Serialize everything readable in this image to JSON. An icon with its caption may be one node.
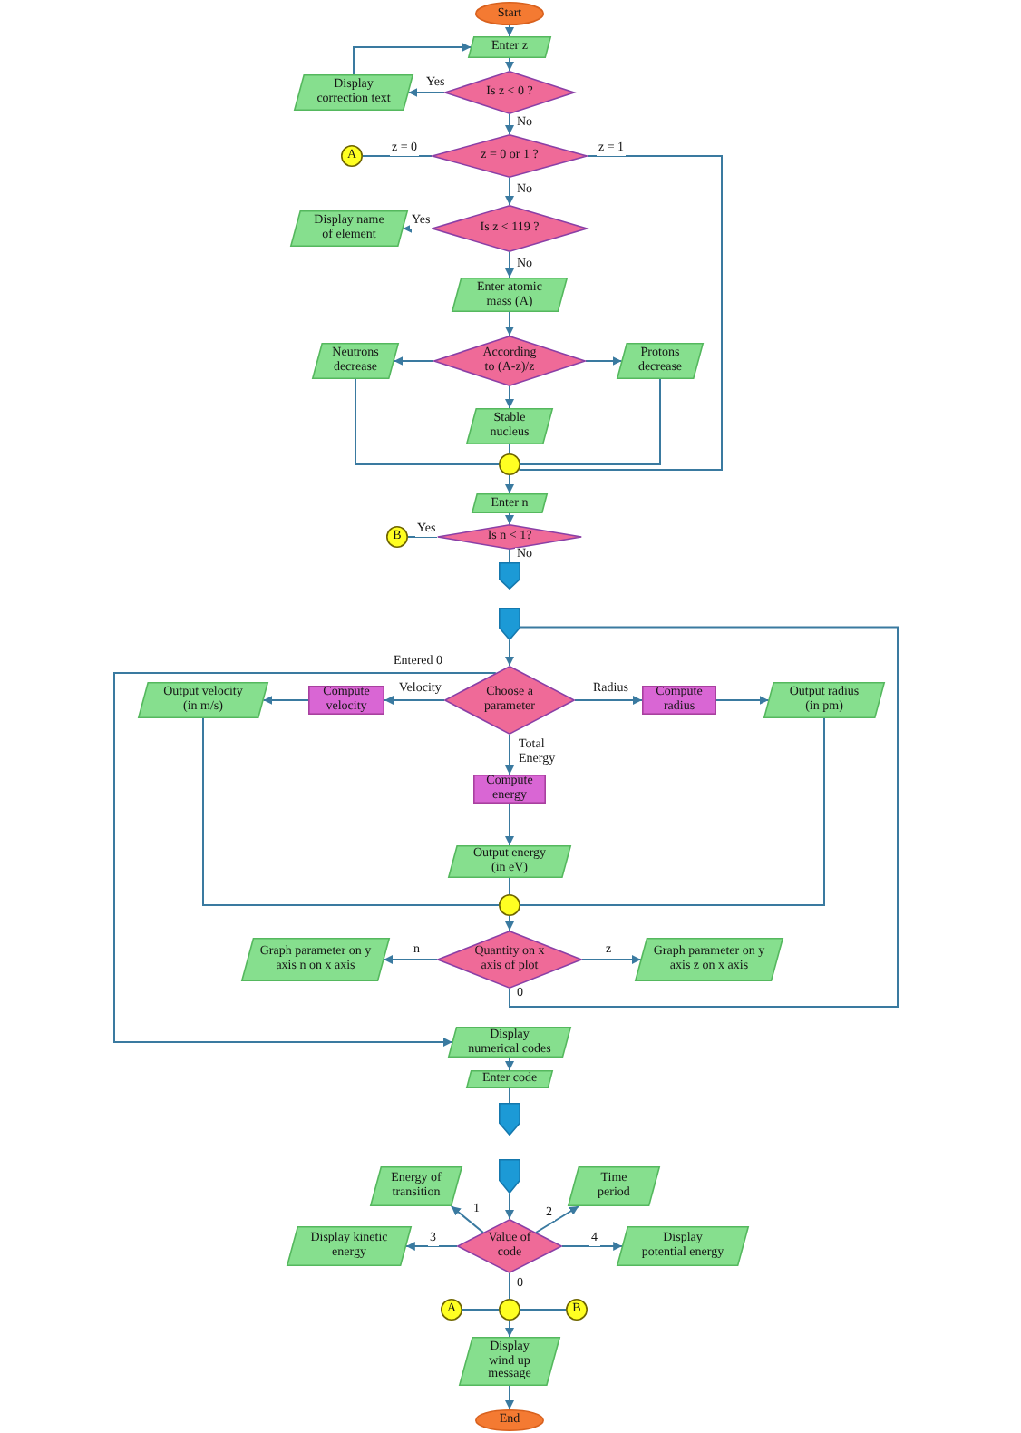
{
  "diagram": {
    "nodes": [
      {
        "text": [
          "Start"
        ]
      },
      {
        "text": [
          "Enter z"
        ]
      },
      {
        "text": [
          "Is z < 0 ?"
        ]
      },
      {
        "text": [
          "Display correction text"
        ]
      },
      {
        "text": [
          "A"
        ]
      },
      {
        "text": [
          "z = 0 or 1 ?"
        ]
      },
      {
        "text": [
          "Is z < 119 ?"
        ]
      },
      {
        "text": [
          "Display name of element"
        ]
      },
      {
        "text": [
          "Enter atomic mass (A)"
        ]
      },
      {
        "text": [
          "According to (A-z)/z"
        ]
      },
      {
        "text": [
          "Neutrons decrease"
        ]
      },
      {
        "text": [
          "Protons decrease"
        ]
      },
      {
        "text": [
          "Stable nucleus"
        ]
      },
      {
        "text": [],
        "shape": "circle"
      },
      {
        "text": [
          "Enter n"
        ]
      },
      {
        "text": [
          "Is n < 1?"
        ]
      },
      {
        "text": [
          "B"
        ]
      },
      {
        "text": [],
        "shape": "pentagon"
      },
      {
        "text": [],
        "shape": "pentagon"
      },
      {
        "text": [
          "Choose a parameter"
        ]
      },
      {
        "text": [
          "Compute velocity"
        ]
      },
      {
        "text": [
          "Output velocity (in m/s)"
        ]
      },
      {
        "text": [
          "Compute radius"
        ]
      },
      {
        "text": [
          "Output radius (in pm)"
        ]
      },
      {
        "text": [
          "Compute energy"
        ]
      },
      {
        "text": [
          "Output energy (in eV)"
        ]
      },
      {
        "text": [],
        "shape": "circle"
      },
      {
        "text": [
          "Quantity on x axis of plot"
        ]
      },
      {
        "text": [
          "Graph parameter on y axis n on x axis"
        ]
      },
      {
        "text": [
          "Graph parameter on y axis z on x axis"
        ]
      },
      {
        "text": [
          "Display numerical codes"
        ]
      },
      {
        "text": [
          "Enter code"
        ]
      },
      {
        "text": [],
        "shape": "pentagon"
      },
      {
        "text": [],
        "shape": "pentagon"
      },
      {
        "text": [
          "Value of code"
        ]
      },
      {
        "text": [
          "Energy of transition"
        ]
      },
      {
        "text": [
          "Time period"
        ]
      },
      {
        "text": [
          "Display kinetic energy"
        ]
      },
      {
        "text": [
          "Display potential energy"
        ]
      },
      {
        "text": [
          "A"
        ]
      },
      {
        "text": [],
        "shape": "circle"
      },
      {
        "text": [
          "B"
        ]
      },
      {
        "text": [
          "Display wind up message"
        ]
      },
      {
        "text": [
          "End"
        ]
      }
    ],
    "edges": [
      {
        "from": 0,
        "to": 1,
        "arrow": "to"
      },
      {
        "from": 1,
        "to": 2,
        "arrow": "to"
      },
      {
        "from": 2,
        "to": 3,
        "arrow": "to",
        "label": "Yes"
      },
      {
        "from": 3,
        "to": 1,
        "arrow": "to"
      },
      {
        "from": 2,
        "to": 5,
        "arrow": "to",
        "label": "No"
      },
      {
        "from": 5,
        "to": 4,
        "arrow": "none",
        "label": "z = 0"
      },
      {
        "from": 5,
        "to": 13,
        "arrow": "none",
        "label": "z = 1"
      },
      {
        "from": 5,
        "to": 6,
        "arrow": "to",
        "label": "No"
      },
      {
        "from": 6,
        "to": 7,
        "arrow": "to",
        "label": "Yes"
      },
      {
        "from": 6,
        "to": 8,
        "arrow": "to",
        "label": "No"
      },
      {
        "from": 8,
        "to": 9,
        "arrow": "to"
      },
      {
        "from": 9,
        "to": 10,
        "arrow": "to"
      },
      {
        "from": 9,
        "to": 11,
        "arrow": "to"
      },
      {
        "from": 9,
        "to": 12,
        "arrow": "to"
      },
      {
        "from": 10,
        "to": 13,
        "arrow": "none"
      },
      {
        "from": 11,
        "to": 13,
        "arrow": "none"
      },
      {
        "from": 12,
        "to": 13,
        "arrow": "none"
      },
      {
        "from": 13,
        "to": 14,
        "arrow": "to"
      },
      {
        "from": 14,
        "to": 15,
        "arrow": "to"
      },
      {
        "from": 15,
        "to": 16,
        "arrow": "none",
        "label": "Yes"
      },
      {
        "from": 15,
        "to": 17,
        "arrow": "none",
        "label": "No"
      },
      {
        "from": 18,
        "to": 19,
        "arrow": "to"
      },
      {
        "from": 19,
        "to": 20,
        "arrow": "to",
        "label": "Velocity"
      },
      {
        "from": 20,
        "to": 21,
        "arrow": "to"
      },
      {
        "from": 19,
        "to": 22,
        "arrow": "to",
        "label": "Radius"
      },
      {
        "from": 22,
        "to": 23,
        "arrow": "to"
      },
      {
        "from": 19,
        "to": 24,
        "arrow": "to",
        "label": "Total Energy"
      },
      {
        "from": 24,
        "to": 25,
        "arrow": "to"
      },
      {
        "from": 21,
        "to": 26,
        "arrow": "none"
      },
      {
        "from": 23,
        "to": 26,
        "arrow": "none"
      },
      {
        "from": 25,
        "to": 26,
        "arrow": "none"
      },
      {
        "from": 26,
        "to": 27,
        "arrow": "to"
      },
      {
        "from": 27,
        "to": 28,
        "arrow": "to",
        "label": "n"
      },
      {
        "from": 27,
        "to": 29,
        "arrow": "to",
        "label": "z"
      },
      {
        "from": 27,
        "to": 18,
        "arrow": "none",
        "label": "0"
      },
      {
        "from": 19,
        "to": 30,
        "arrow": "to",
        "label": "Entered 0"
      },
      {
        "from": 30,
        "to": 31,
        "arrow": "to"
      },
      {
        "from": 31,
        "to": 32,
        "arrow": "none"
      },
      {
        "from": 33,
        "to": 34,
        "arrow": "to"
      },
      {
        "from": 34,
        "to": 35,
        "arrow": "to",
        "label": "1"
      },
      {
        "from": 34,
        "to": 36,
        "arrow": "to",
        "label": "2"
      },
      {
        "from": 34,
        "to": 37,
        "arrow": "to",
        "label": "3"
      },
      {
        "from": 34,
        "to": 38,
        "arrow": "to",
        "label": "4"
      },
      {
        "from": 34,
        "to": 40,
        "arrow": "none",
        "label": "0"
      },
      {
        "from": 39,
        "to": 40,
        "arrow": "none"
      },
      {
        "from": 41,
        "to": 40,
        "arrow": "none"
      },
      {
        "from": 40,
        "to": 42,
        "arrow": "to"
      },
      {
        "from": 42,
        "to": 43,
        "arrow": "to"
      }
    ]
  }
}
